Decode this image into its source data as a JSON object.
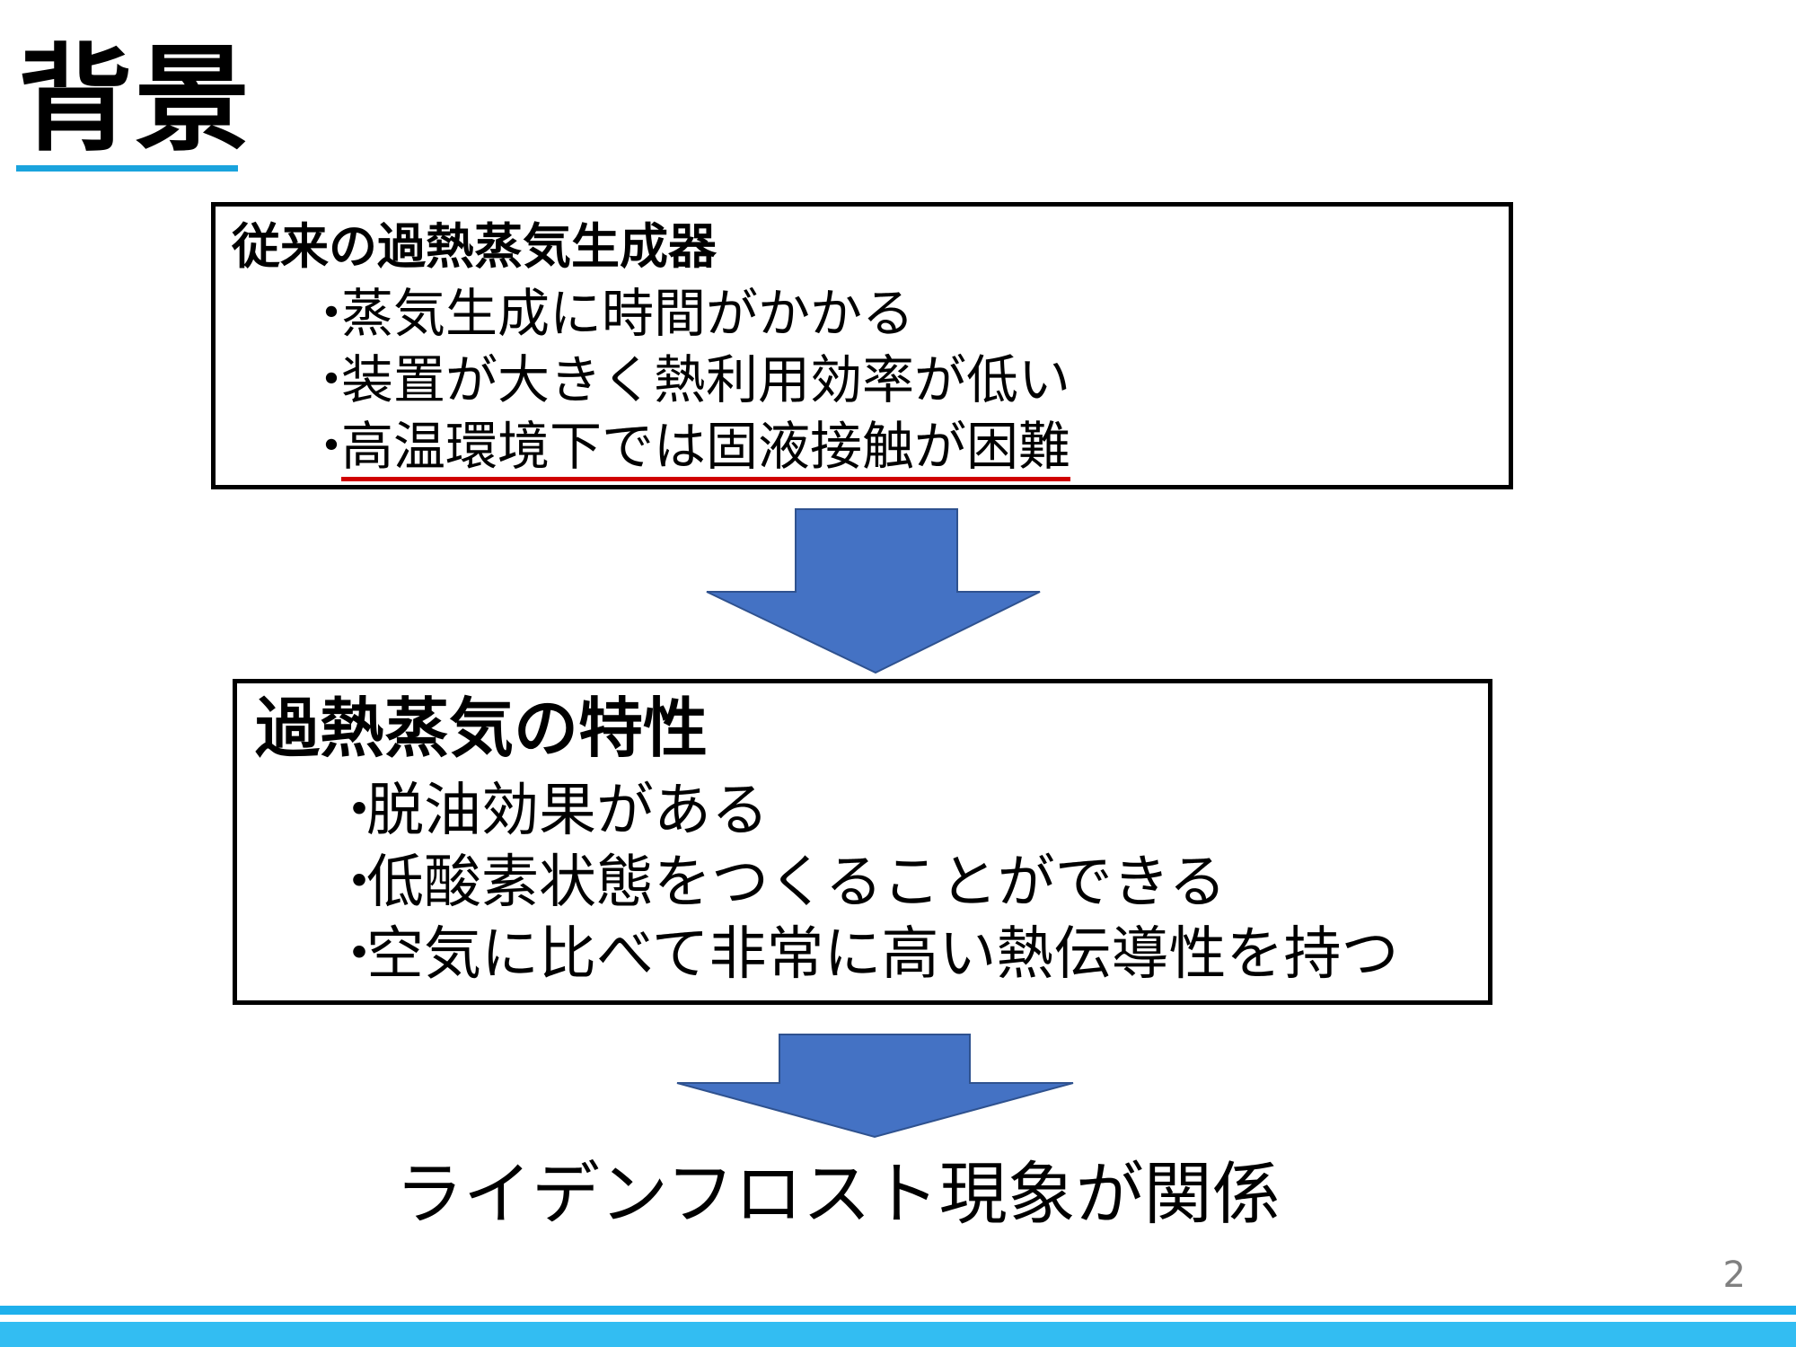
{
  "slide": {
    "title": "背景",
    "page_number": "2"
  },
  "box1": {
    "heading": "従来の過熱蒸気生成器",
    "bullet": "・",
    "items": [
      "蒸気生成に時間がかかる",
      "装置が大きく熱利用効率が低い",
      "高温環境下では固液接触が困難"
    ]
  },
  "box2": {
    "heading": "過熱蒸気の特性",
    "bullet": "・",
    "items": [
      "脱油効果がある",
      "低酸素状態をつくることができる",
      "空気に比べて非常に高い熱伝導性を持つ"
    ]
  },
  "conclusion": "ライデンフロスト現象が関係",
  "colors": {
    "arrow_fill": "#4472c4",
    "arrow_stroke": "#2f528f",
    "title_underline": "#1aa3dd",
    "emphasis_underline": "#d00000",
    "footer_bar": "#33bdf2",
    "page_number": "#808080"
  },
  "icons": {
    "arrow1": "down-arrow-icon",
    "arrow2": "down-arrow-icon"
  }
}
